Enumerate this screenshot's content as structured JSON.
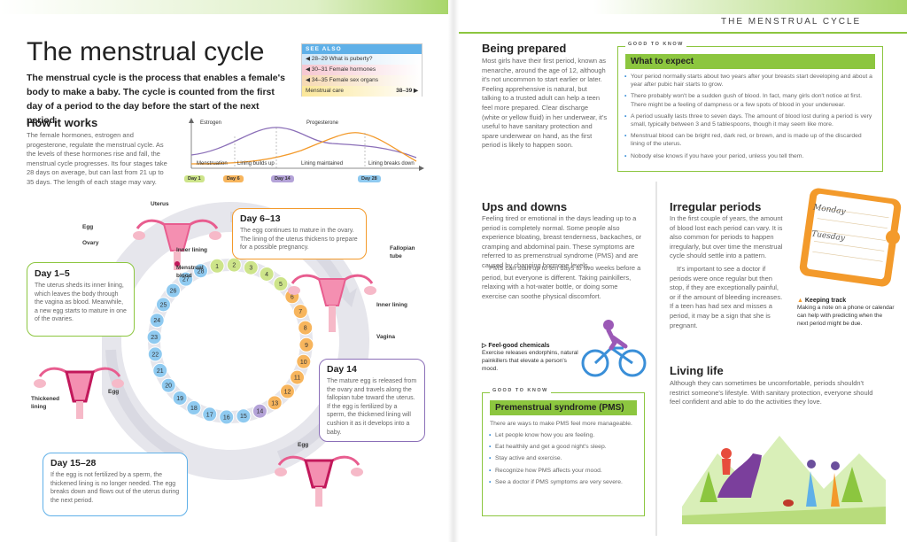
{
  "running_head": "THE MENSTRUAL CYCLE",
  "left": {
    "title": "The menstrual cycle",
    "intro": "The menstrual cycle is the process that enables a female's body to make a baby. The cycle is counted from the first day of a period to the day before the start of the next period.",
    "see_also": {
      "header": "SEE ALSO",
      "items": [
        "◀ 28–29 What is puberty?",
        "◀ 30–31 Female hormones",
        "◀ 34–35 Female sex organs"
      ],
      "last_label": "Menstrual care",
      "last_pages": "38–39 ▶"
    },
    "how": {
      "heading": "How it works",
      "body": "The female hormones, estrogen and progesterone, regulate the menstrual cycle. As the levels of these hormones rise and fall, the menstrual cycle progresses. Its four stages take 28 days on average, but can last from 21 up to 35 days. The length of each stage may vary."
    },
    "hormone_chart": {
      "estrogen": "Estrogen",
      "progesterone": "Progesterone",
      "stages": [
        "Menstruation",
        "Lining builds up",
        "Lining maintained",
        "Lining breaks down"
      ],
      "days": [
        "Day 1",
        "Day 6",
        "Day 14",
        "Day 28"
      ]
    },
    "labels": {
      "uterus": "Uterus",
      "egg1": "Egg",
      "ovary": "Ovary",
      "inner_lining": "Inner lining",
      "menstrual_blood": "Menstrual blood",
      "fallopian": "Fallopian tube",
      "inner_lining2": "Inner lining",
      "vagina": "Vagina",
      "egg2": "Egg",
      "thickened": "Thickened lining",
      "egg3": "Egg"
    },
    "stages": [
      {
        "title": "Day 1–5",
        "text": "The uterus sheds its inner lining, which leaves the body through the vagina as blood. Meanwhile, a new egg starts to mature in one of the ovaries."
      },
      {
        "title": "Day 6–13",
        "text": "The egg continues to mature in the ovary. The lining of the uterus thickens to prepare for a possible pregnancy."
      },
      {
        "title": "Day 14",
        "text": "The mature egg is released from the ovary and travels along the fallopian tube toward the uterus. If the egg is fertilized by a sperm, the thickened lining will cushion it as it develops into a baby."
      },
      {
        "title": "Day 15–28",
        "text": "If the egg is not fertilized by a sperm, the thickened lining is no longer needed. The egg breaks down and flows out of the uterus during the next period."
      }
    ],
    "cycle_days": [
      "1",
      "2",
      "3",
      "4",
      "5",
      "6",
      "7",
      "8",
      "9",
      "10",
      "11",
      "12",
      "13",
      "14",
      "15",
      "16",
      "17",
      "18",
      "19",
      "20",
      "21",
      "22",
      "23",
      "24",
      "25",
      "26",
      "27",
      "28"
    ]
  },
  "right": {
    "prepared": {
      "heading": "Being prepared",
      "body": "Most girls have their first period, known as menarche, around the age of 12, although it's not uncommon to start earlier or later. Feeling apprehensive is natural, but talking to a trusted adult can help a teen feel more prepared. Clear discharge (white or yellow fluid) in her underwear, it's useful to have sanitary protection and spare underwear on hand, as the first period is likely to happen soon."
    },
    "expect": {
      "tag": "GOOD TO KNOW",
      "title": "What to expect",
      "items": [
        "Your period normally starts about two years after your breasts start developing and about a year after pubic hair starts to grow.",
        "There probably won't be a sudden gush of blood. In fact, many girls don't notice at first. There might be a feeling of dampness or a few spots of blood in your underwear.",
        "A period usually lasts three to seven days. The amount of blood lost during a period is very small, typically between 3 and 5 tablespoons, though it may seem like more.",
        "Menstrual blood can be bright red, dark red, or brown, and is made up of the discarded lining of the uterus.",
        "Nobody else knows if you have your period, unless you tell them."
      ]
    },
    "ups": {
      "heading": "Ups and downs",
      "body": "Feeling tired or emotional in the days leading up to a period is completely normal. Some people also experience bloating, breast tenderness, backaches, or cramping and abdominal pain. These symptoms are referred to as premenstrual syndrome (PMS) and are caused by changing hormone levels.",
      "body2": "PMS can start up to ten days to two weeks before a period, but everyone is different. Taking painkillers, relaxing with a hot-water bottle, or doing some exercise can soothe physical discomfort."
    },
    "feelgood": {
      "title": "Feel-good chemicals",
      "text": "Exercise releases endorphins, natural painkillers that elevate a person's mood."
    },
    "pms": {
      "tag": "GOOD TO KNOW",
      "title": "Premenstrual syndrome (PMS)",
      "intro": "There are ways to make PMS feel more manageable.",
      "items": [
        "Let people know how you are feeling.",
        "Eat healthily and get a good night's sleep.",
        "Stay active and exercise.",
        "Recognize how PMS affects your mood.",
        "See a doctor if PMS symptoms are very severe."
      ]
    },
    "irregular": {
      "heading": "Irregular periods",
      "body": "In the first couple of years, the amount of blood lost each period can vary. It is also common for periods to happen irregularly, but over time the menstrual cycle should settle into a pattern.",
      "body2": "It's important to see a doctor if periods were once regular but then stop, if they are exceptionally painful, or if the amount of bleeding increases. If a teen has had sex and misses a period, it may be a sign that she is pregnant."
    },
    "calendar": {
      "mon": "Monday",
      "tue": "Tuesday"
    },
    "keeping": {
      "title": "Keeping track",
      "text": "Making a note on a phone or calendar can help with predicting when the next period might be due."
    },
    "living": {
      "heading": "Living life",
      "body": "Although they can sometimes be uncomfortable, periods shouldn't restrict someone's lifestyle. With sanitary protection, everyone should feel confident and able to do the activities they love."
    }
  },
  "colors": {
    "green": "#8cc63f",
    "orange": "#f39a2b",
    "blue": "#5fb0e8",
    "purple": "#8b6fb8",
    "pink": "#e85d8f"
  }
}
